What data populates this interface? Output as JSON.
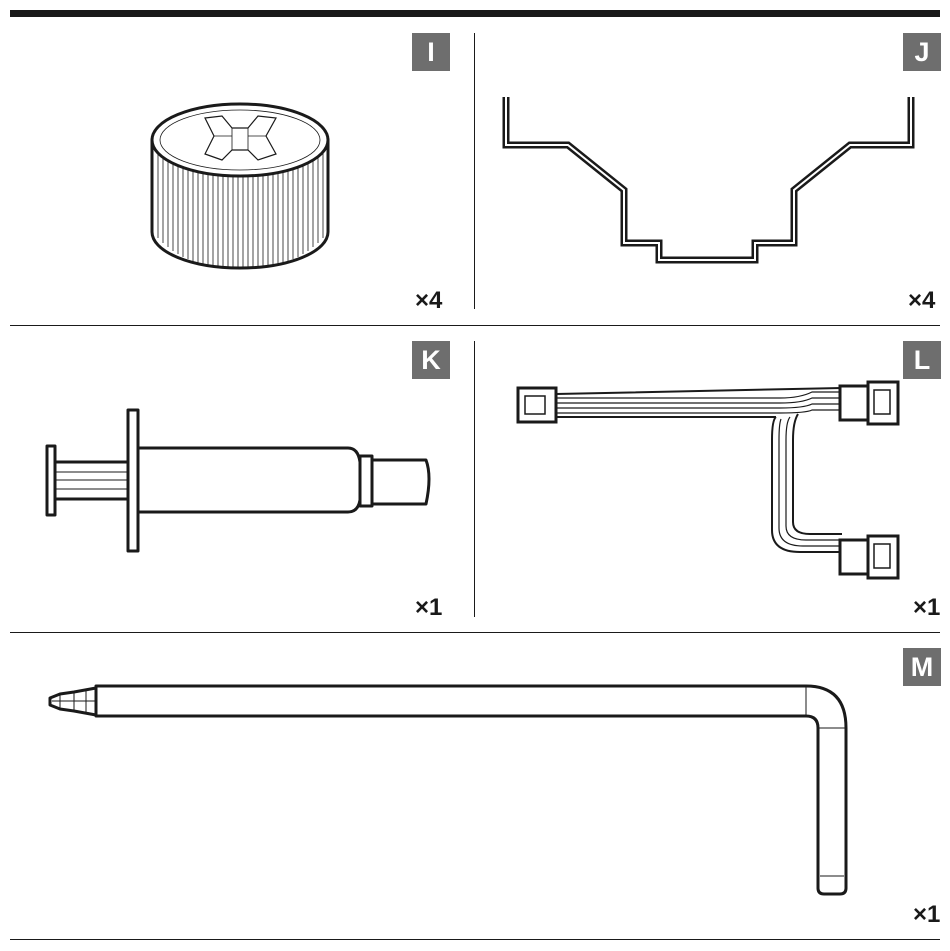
{
  "parts": [
    {
      "id": "I",
      "label": "I",
      "quantity": "×4",
      "illustration": "knurled-thumb-nut"
    },
    {
      "id": "J",
      "label": "J",
      "quantity": "×4",
      "illustration": "mounting-bracket"
    },
    {
      "id": "K",
      "label": "K",
      "quantity": "×1",
      "illustration": "thermal-paste-syringe"
    },
    {
      "id": "L",
      "label": "L",
      "quantity": "×1",
      "illustration": "fan-splitter-cable"
    },
    {
      "id": "M",
      "label": "M",
      "quantity": "×1",
      "illustration": "l-shaped-screwdriver"
    }
  ],
  "colors": {
    "ink": "#1a1a1a",
    "badge": "#6e6e6e",
    "background": "#ffffff"
  }
}
